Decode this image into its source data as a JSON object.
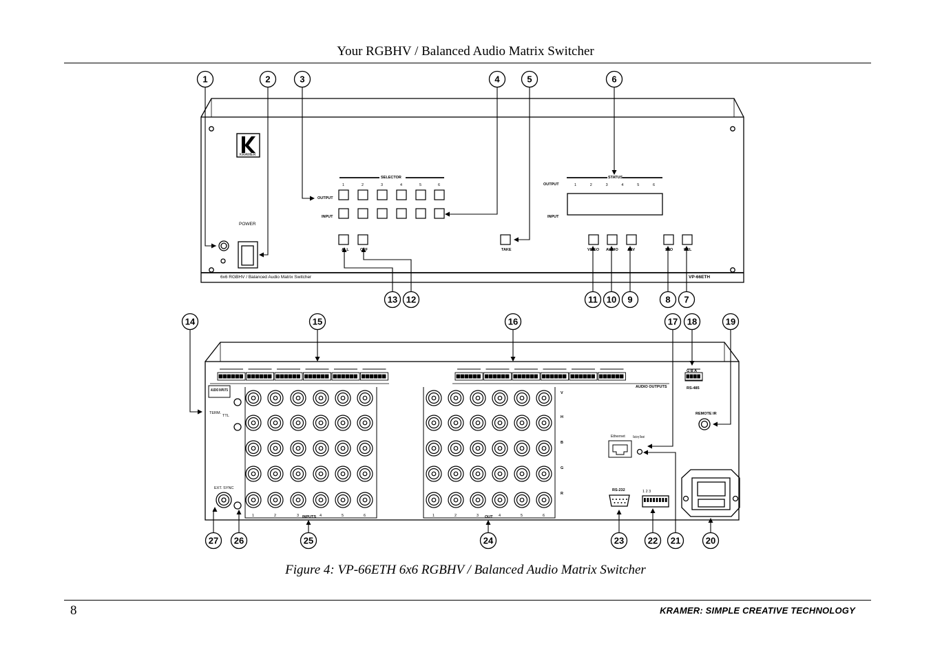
{
  "header": {
    "title": "Your RGBHV / Balanced Audio Matrix Switcher"
  },
  "caption": "Figure 4: VP-66ETH 6x6 RGBHV / Balanced Audio Matrix Switcher",
  "footer": {
    "page_number": "8",
    "brand": "KRAMER:  SIMPLE CREATIVE TECHNOLOGY"
  },
  "front": {
    "power": "POWER",
    "selector": "SELECTOR",
    "status": "STATUS",
    "output": "OUTPUT",
    "input": "INPUT",
    "all": "ALL",
    "off": "OFF",
    "take": "TAKE",
    "video": "VIDEO",
    "audio": "AUDIO",
    "afv": "AFV",
    "sto": "STO",
    "rcl": "RCL",
    "numbers": [
      "1",
      "2",
      "3",
      "4",
      "5",
      "6"
    ],
    "model_desc": "6x6 RGBHV / Balanced Audio Matrix Switcher",
    "model": "VP-66ETH",
    "logo_text": "KRAMER"
  },
  "rear": {
    "audio_inputs": "AUDIO INPUTS",
    "audio_outputs": "AUDIO OUTPUTS",
    "term": "TERM.",
    "ttl": "TTL",
    "ext_sync": "EXT. SYNC",
    "inputs": "INPUTS",
    "out": "OUT",
    "rows": [
      "V",
      "H",
      "B",
      "G",
      "R"
    ],
    "rs485": "RS-485",
    "gba": "G B A",
    "remote_ir": "REMOTE IR",
    "ethernet": "Ethernet",
    "factory_reset": "Factory Reset",
    "rs232": "RS-232",
    "dip": "1 2 3",
    "numbers": [
      "1",
      "2",
      "3",
      "4",
      "5",
      "6"
    ]
  },
  "callouts": [
    "1",
    "2",
    "3",
    "4",
    "5",
    "6",
    "7",
    "8",
    "9",
    "10",
    "11",
    "12",
    "13",
    "14",
    "15",
    "16",
    "17",
    "18",
    "19",
    "20",
    "21",
    "22",
    "23",
    "24",
    "25",
    "26",
    "27"
  ]
}
